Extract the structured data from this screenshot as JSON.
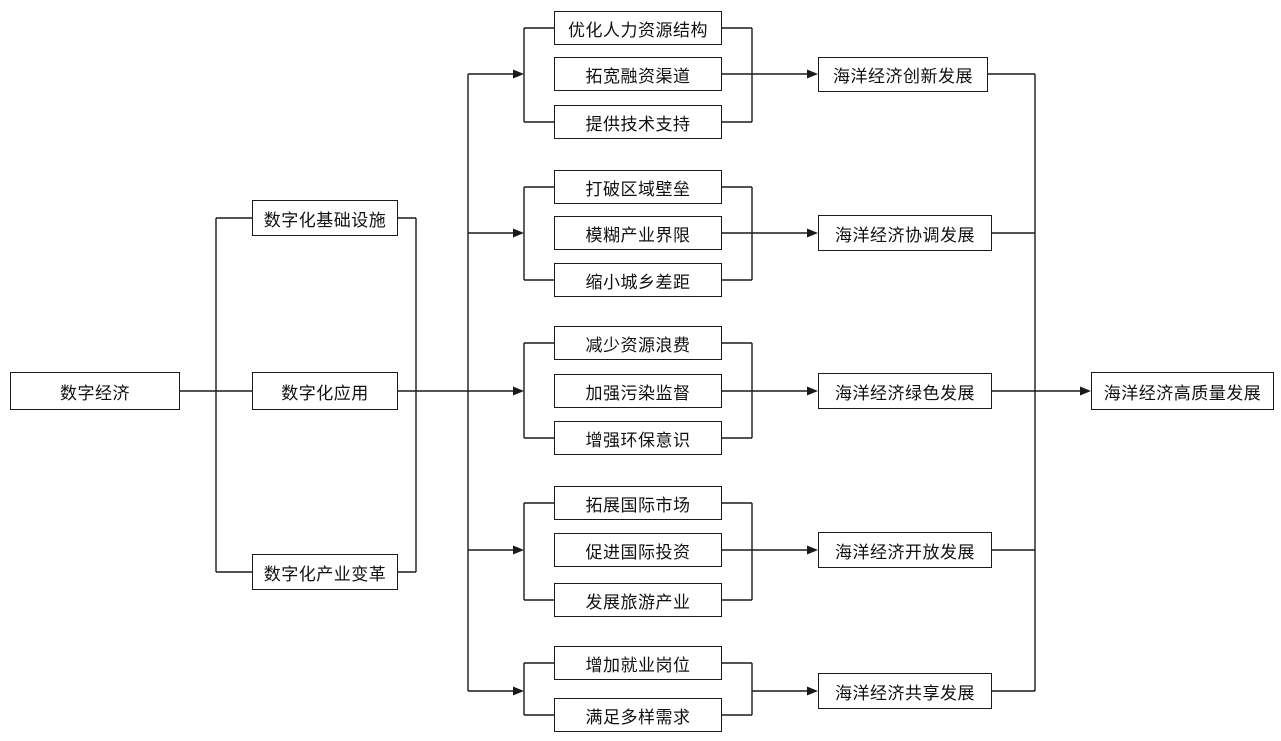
{
  "root": {
    "label": "数字经济"
  },
  "drivers": [
    {
      "label": "数字化基础设施"
    },
    {
      "label": "数字化应用"
    },
    {
      "label": "数字化产业变革"
    }
  ],
  "groups": [
    {
      "items": [
        "优化人力资源结构",
        "拓宽融资渠道",
        "提供技术支持"
      ],
      "outcome": "海洋经济创新发展"
    },
    {
      "items": [
        "打破区域壁垒",
        "模糊产业界限",
        "缩小城乡差距"
      ],
      "outcome": "海洋经济协调发展"
    },
    {
      "items": [
        "减少资源浪费",
        "加强污染监督",
        "增强环保意识"
      ],
      "outcome": "海洋经济绿色发展"
    },
    {
      "items": [
        "拓展国际市场",
        "促进国际投资",
        "发展旅游产业"
      ],
      "outcome": "海洋经济开放发展"
    },
    {
      "items": [
        "增加就业岗位",
        "满足多样需求"
      ],
      "outcome": "海洋经济共享发展"
    }
  ],
  "final": {
    "label": "海洋经济高质量发展"
  }
}
